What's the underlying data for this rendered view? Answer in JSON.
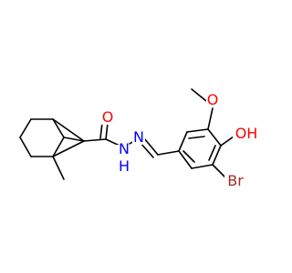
{
  "molecule": {
    "colors": {
      "bond": "#000000",
      "carbon": "#000000",
      "oxygen": "#ff0000",
      "nitrogen": "#0000ff",
      "bromine": "#a52a2a"
    },
    "labels": {
      "carbonyl_oxygen": "O",
      "amide_nitrogen": "N",
      "amide_hydrogen": "H",
      "imine_nitrogen": "N",
      "methoxy_oxygen": "O",
      "hydroxyl": "OH",
      "bromine": "Br"
    }
  }
}
